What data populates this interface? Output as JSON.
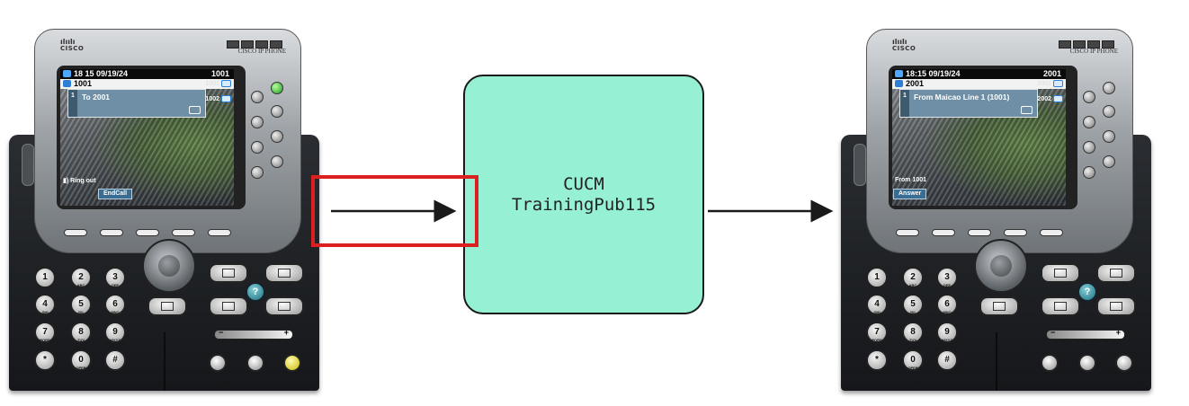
{
  "diagram": {
    "server": {
      "line1": "CUCM",
      "line2": "TrainingPub115"
    },
    "colors": {
      "server_fill": "#96f0d4",
      "highlight": "#dc1f1f",
      "arrow": "#1a1a1a"
    }
  },
  "phone_left": {
    "brand": "CISCO IP PHONE",
    "logo": "CISCO",
    "datetime": "18 15 09/19/24",
    "line_ext": "1001",
    "active_line": "1001",
    "side_label_1": "1001",
    "side_label_2": "1002",
    "call_index": "1",
    "call_text": "To 2001",
    "status_text": "Ring out",
    "softkey": "EndCall"
  },
  "phone_right": {
    "brand": "CISCO IP PHONE",
    "logo": "CISCO",
    "datetime": "18:15 09/19/24",
    "line_ext": "2001",
    "active_line": "2001",
    "side_label_1": "2001",
    "side_label_2": "2002",
    "call_index": "1",
    "call_text": "From Maicao Line 1 (1001)",
    "status_text": "From 1001",
    "softkey": "Answer"
  },
  "keypad": [
    {
      "digit": "1",
      "sub": ""
    },
    {
      "digit": "2",
      "sub": "ABC"
    },
    {
      "digit": "3",
      "sub": "DEF"
    },
    {
      "digit": "4",
      "sub": "GHI"
    },
    {
      "digit": "5",
      "sub": "JKL"
    },
    {
      "digit": "6",
      "sub": "MNO"
    },
    {
      "digit": "7",
      "sub": "PQRS"
    },
    {
      "digit": "8",
      "sub": "TUV"
    },
    {
      "digit": "9",
      "sub": "WXYZ"
    },
    {
      "digit": "*",
      "sub": ""
    },
    {
      "digit": "0",
      "sub": "OPER"
    },
    {
      "digit": "#",
      "sub": ""
    }
  ],
  "help_glyph": "?",
  "volume_minus": "−",
  "volume_plus": "+"
}
